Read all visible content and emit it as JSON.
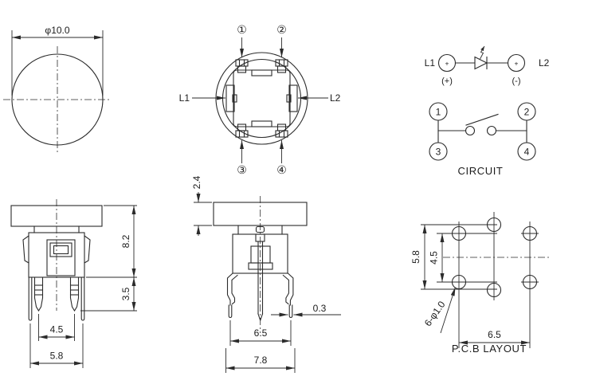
{
  "drawing": {
    "background": "#ffffff",
    "ink": "#2b2b2b",
    "description": "Illuminated pushbutton switch technical drawing"
  },
  "top_view": {
    "diameter": "φ10.0"
  },
  "bottom_view": {
    "pins": [
      "①",
      "②",
      "③",
      "④"
    ],
    "l1": "L1",
    "l2": "L2"
  },
  "circuit": {
    "caption": "CIRCUIT",
    "lamp": {
      "l1": "L1",
      "l2": "L2",
      "anode_mark": "+",
      "cathode_mark": "+",
      "anode_polarity": "(+)",
      "cathode_polarity": "(-)"
    },
    "switch_pins": [
      "1",
      "2",
      "3",
      "4"
    ]
  },
  "front_view": {
    "dim_total_height": "8.2",
    "dim_terminal_length": "3.5",
    "dim_terminal_pitch": "4.5",
    "dim_base_width": "5.8"
  },
  "side_view": {
    "dim_cap_height": "2.4",
    "dim_leg_thickness": "0.3",
    "dim_leg_pitch": "6.5",
    "dim_overall_width": "7.8"
  },
  "pcb_layout": {
    "caption": "P.C.B LAYOUT",
    "dim_row_pitch_outer": "5.8",
    "dim_row_pitch_inner": "4.5",
    "dim_col_pitch": "6.5",
    "hole_spec": "6-φ1.0"
  }
}
